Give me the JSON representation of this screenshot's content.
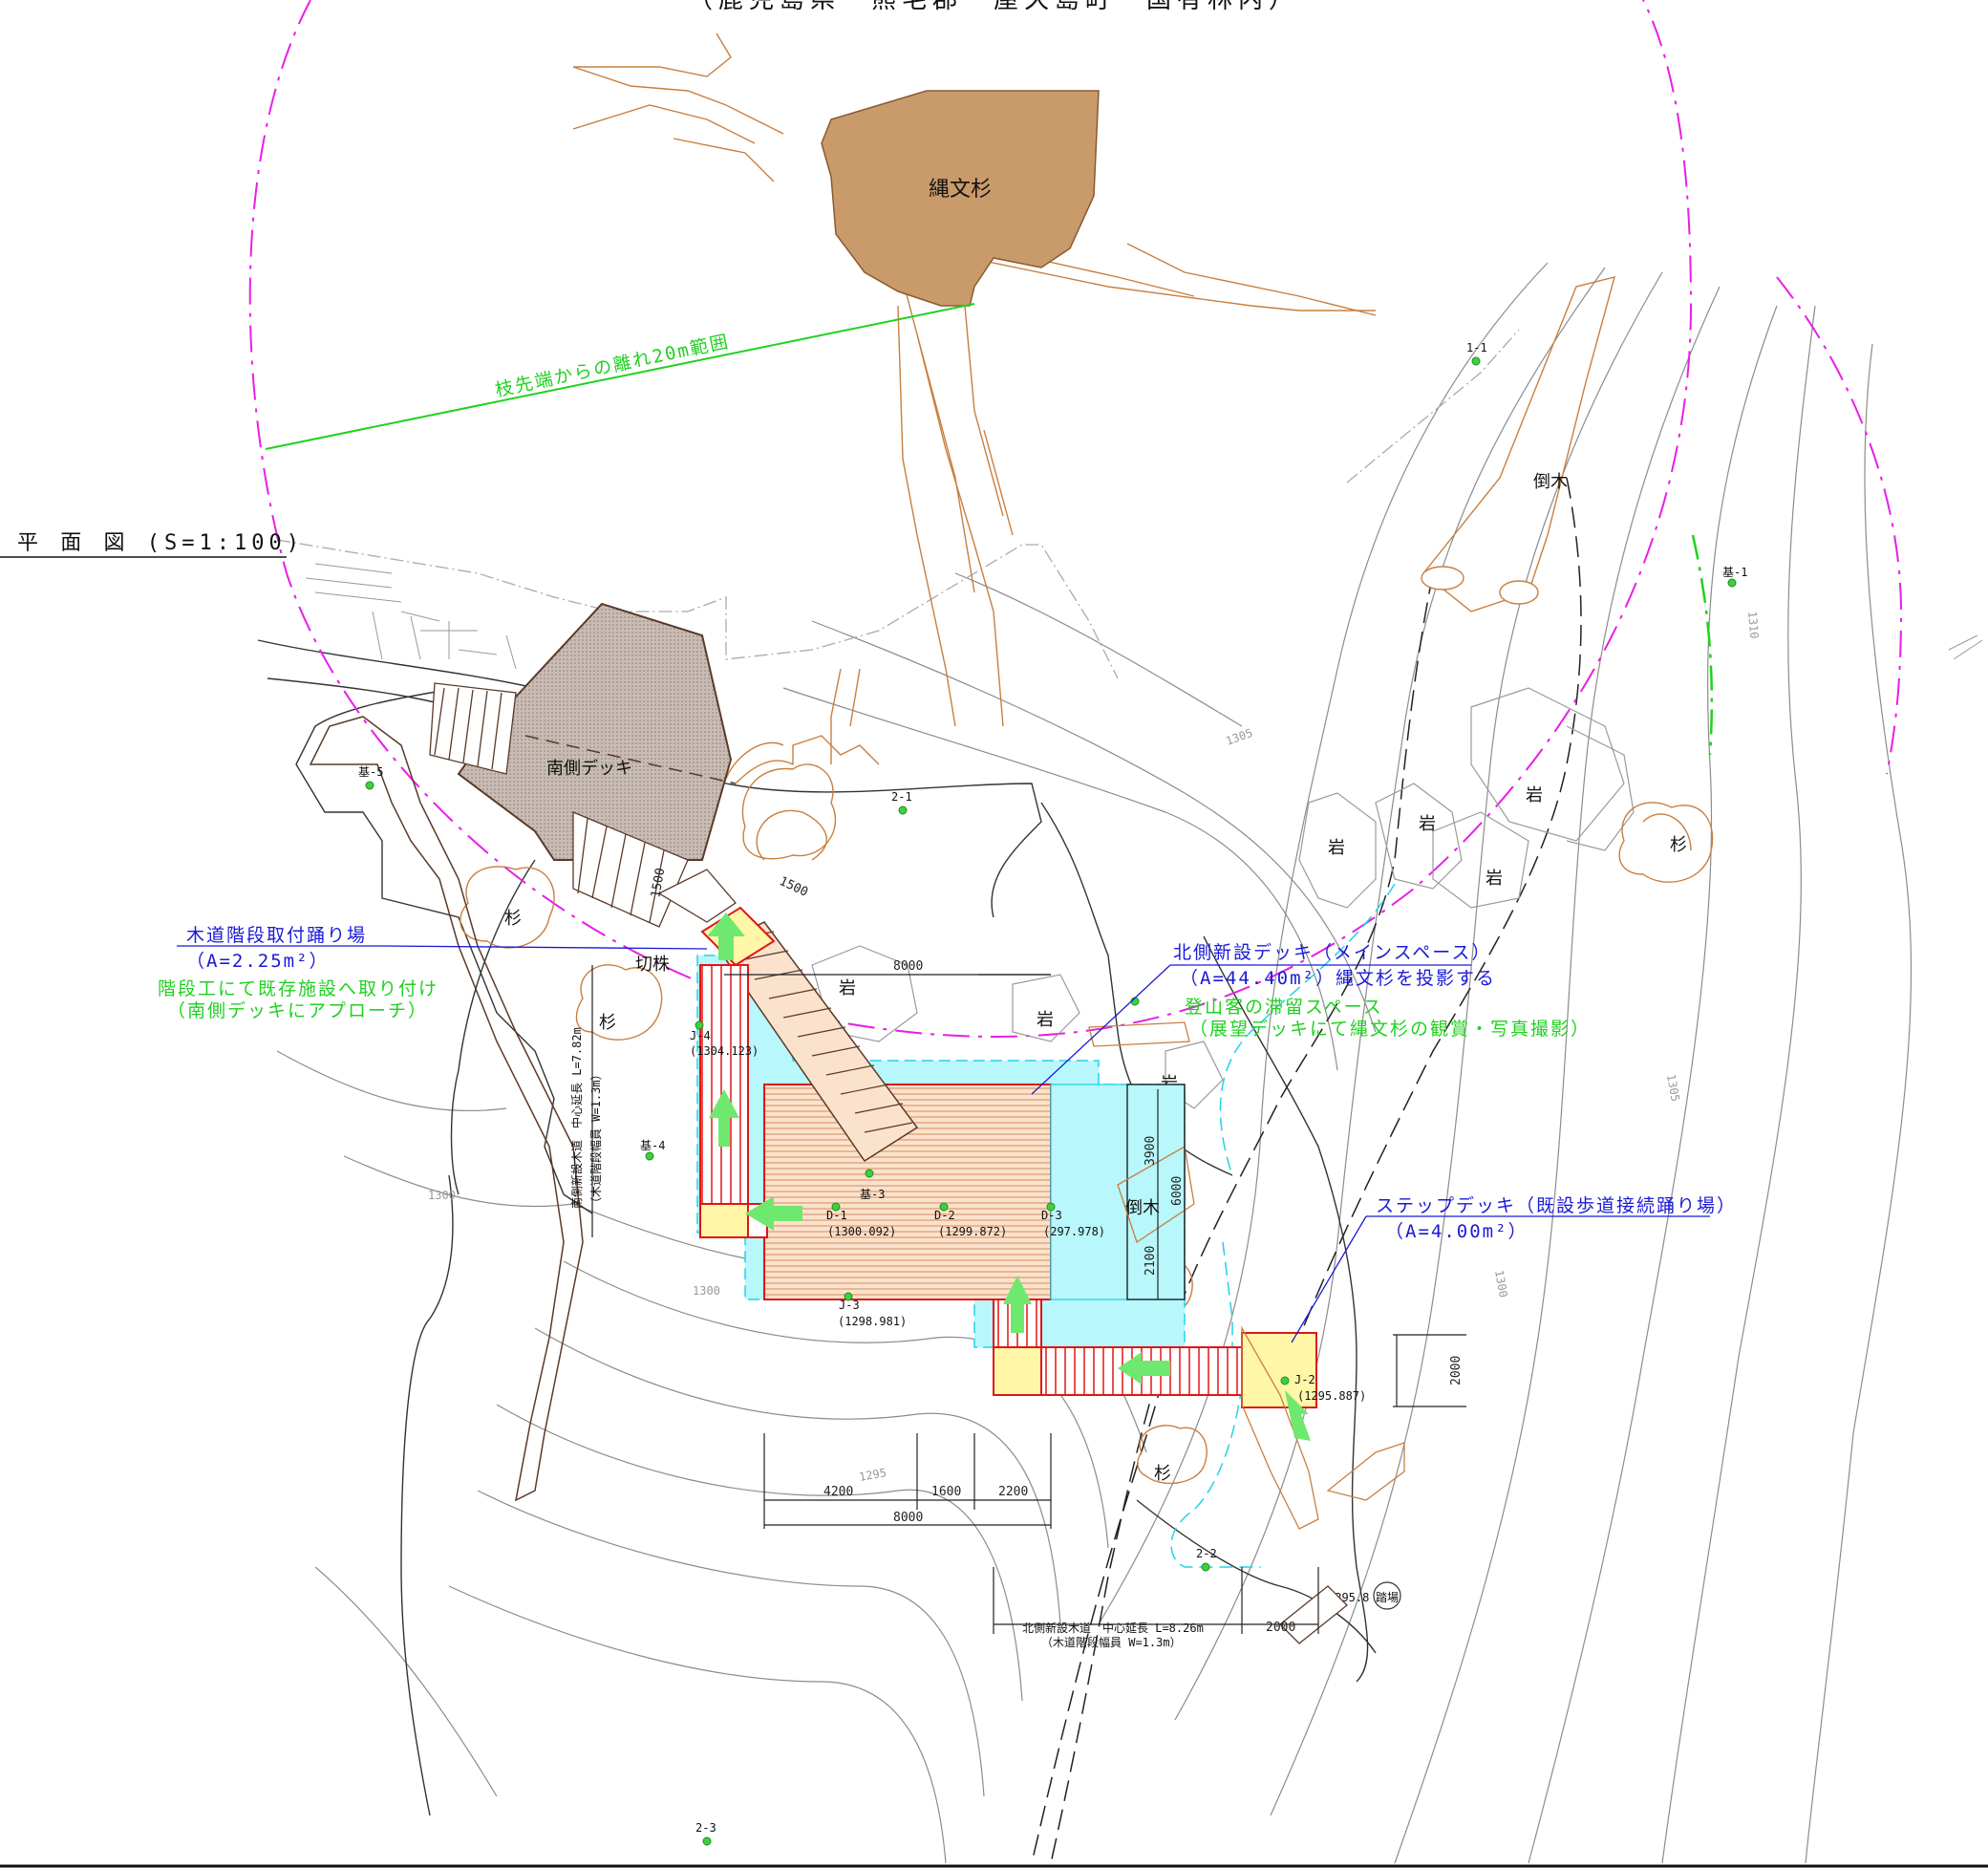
{
  "header_title": "（鹿児島県　熊毛郡　屋久島町　国有林内）",
  "plan_title": "平 面 図 (S=1:100)",
  "tree_main": "縄文杉",
  "range_label": "枝先端からの離れ20m範囲",
  "south_deck": "南側デッキ",
  "kiri_kabu": "切株",
  "sugi": "杉",
  "iwa": "岩",
  "touboku": "倒木",
  "landing": {
    "title": "木道階段取付踊り場",
    "area": "（A=2.25m²）",
    "note1": "階段工にて既存施設へ取り付け",
    "note2": "（南側デッキにアプローチ）"
  },
  "north_deck": {
    "title": "北側新設デッキ（メインスペース）",
    "area": "（A=44.40m²）縄文杉を投影する",
    "note1": "登山客の滞留スペース",
    "note2": "（展望デッキにて縄文杉の観賞・写真撮影）"
  },
  "step_deck": {
    "title": "ステップデッキ（既設歩道接続踊り場）",
    "area": "（A=4.00m²）"
  },
  "points": {
    "k1": "基-1",
    "k3": "基-3",
    "k4": "基-4",
    "k5": "基-5",
    "p11": "1-1",
    "p21": "2-1",
    "p22": "2-2",
    "p23": "2-3",
    "d1": "D-1",
    "d1v": "(1300.092)",
    "d2": "D-2",
    "d2v": "(1299.872)",
    "d3": "D-3",
    "d3v": "(297.978)",
    "j2": "J-2",
    "j2v": "(1295.887)",
    "j3": "J-3",
    "j3v": "(1298.981)",
    "j4": "J-4",
    "j4v": "(1304.123)",
    "p8v": "1295.8",
    "fumiba": "踏場"
  },
  "dims": {
    "d1500a": "1500",
    "d1500b": "1500",
    "d8000top": "8000",
    "d3900": "3900",
    "d6000": "6000",
    "d2100": "2100",
    "d2000v": "2000",
    "d4200": "4200",
    "d1600": "1600",
    "d2200": "2200",
    "d8000bot": "8000",
    "d2000h": "2000"
  },
  "south_walk": "南側新設木道　中心延長 L=7.82m",
  "south_walk2": "（木道階段幅員 W=1.3m）",
  "north_walk": "北側新設木道　中心延長 L=8.26m",
  "north_walk2": "（木道階段幅員 W=1.3m）",
  "contours": {
    "c1300a": "1300",
    "c1300b": "1300",
    "c1300c": "1300",
    "c1305a": "1305",
    "c1305b": "1305",
    "c1295": "1295",
    "c1310": "1310"
  },
  "colors": {
    "magenta": "#e81ee8",
    "tree": "#c99a6a",
    "branch": "#c87f3f",
    "cyan": "#22d3e6",
    "deck": "#f2c29a",
    "red": "#e01515",
    "yellow": "#fff6a8",
    "arrow": "#6fe86f",
    "blue": "#1a1ad6",
    "green": "#1fd11f"
  }
}
